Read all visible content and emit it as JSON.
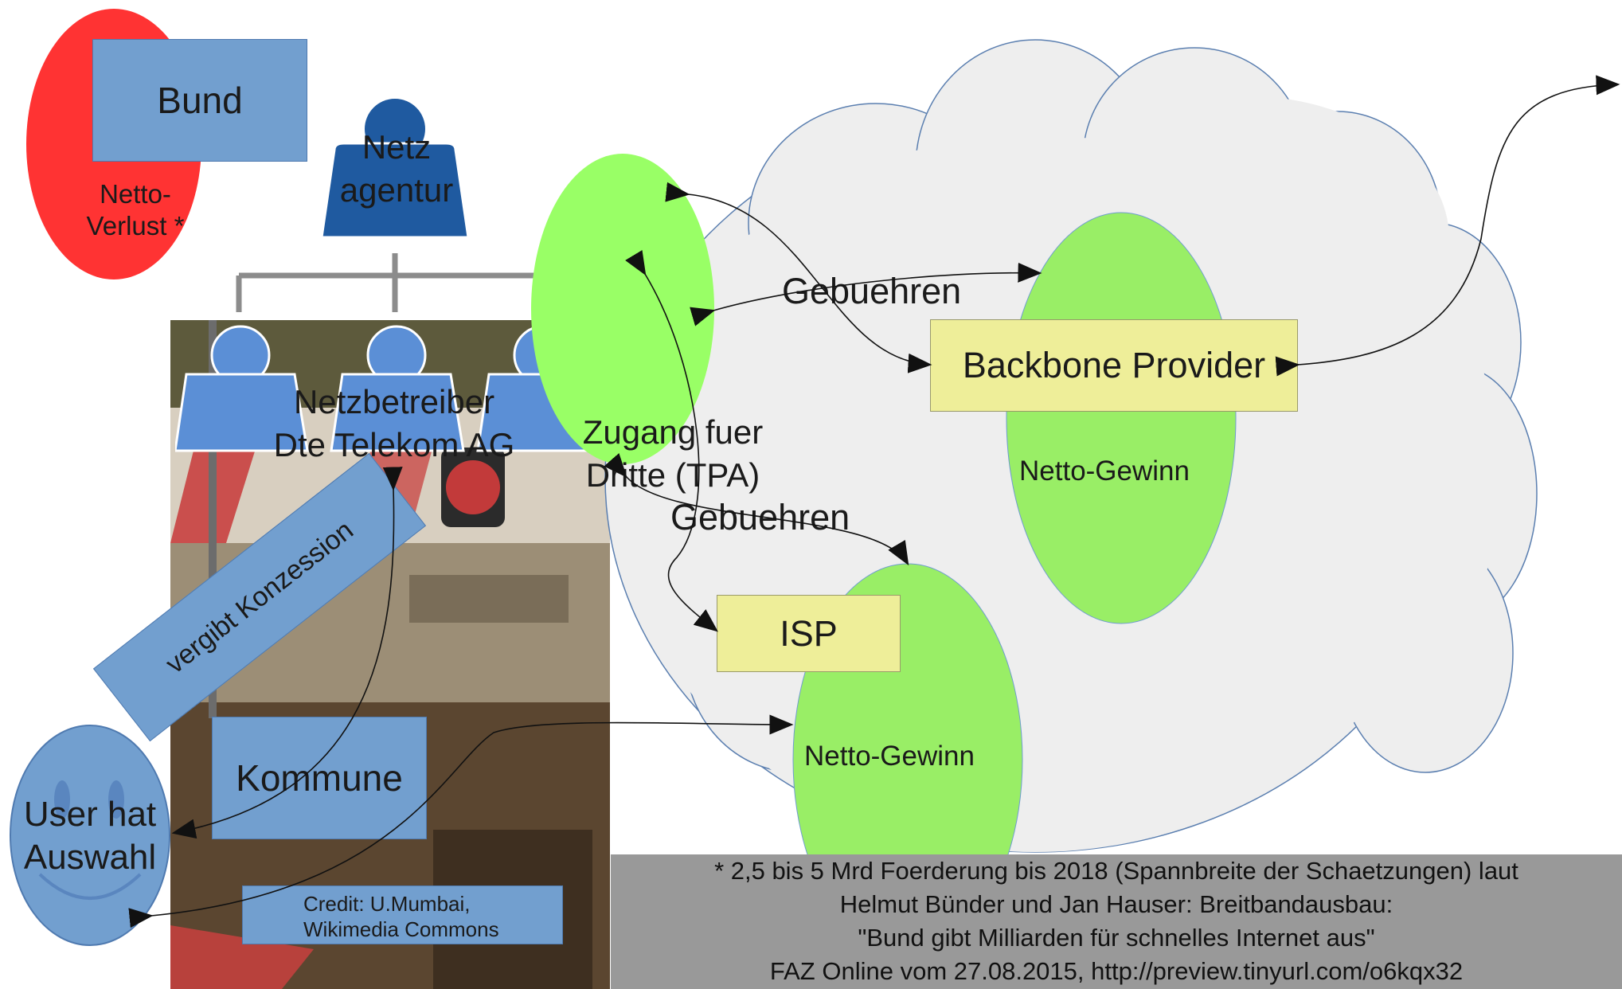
{
  "nodes": {
    "bund": "Bund",
    "netto_verlust": "Netto-\nVerlust *",
    "netzagentur": "Netz\nagentur",
    "netzbetreiber": "Netzbetreiber\nDte Telekom AG",
    "tpa": "Zugang fuer\nDritte (TPA)",
    "backbone": "Backbone Provider",
    "backbone_gewinn": "Netto-Gewinn",
    "isp": "ISP",
    "isp_gewinn": "Netto-Gewinn",
    "kommune": "Kommune",
    "user": "User hat\nAuswahl",
    "konzession": "vergibt Konzession",
    "credit": "Credit: U.Mumbai,\nWikimedia Commons"
  },
  "edge_labels": {
    "gebuehren_backbone": "Gebuehren",
    "gebuehren_isp": "Gebuehren"
  },
  "footnote": {
    "line1": "* 2,5 bis 5 Mrd Foerderung bis 2018 (Spannbreite der Schaetzungen) laut",
    "line2": "Helmut Bünder und Jan Hauser: Breitbandausbau:",
    "line3": "\"Bund gibt Milliarden für schnelles Internet aus\"",
    "line4": "FAZ Online vom 27.08.2015,  http://preview.tinyurl.com/o6kqx32"
  },
  "colors": {
    "red_ellipse": "#ff3333",
    "blue_box": "#729fcf",
    "dark_blue_person": "#1f5aa0",
    "light_blue_person": "#5b8fd6",
    "green_ellipse": "#99ff66",
    "green_ellipse_soft": "#99ee66",
    "yellow_box": "#eeee99",
    "cloud": "#eeeeee",
    "footnote_bg": "#999999"
  }
}
